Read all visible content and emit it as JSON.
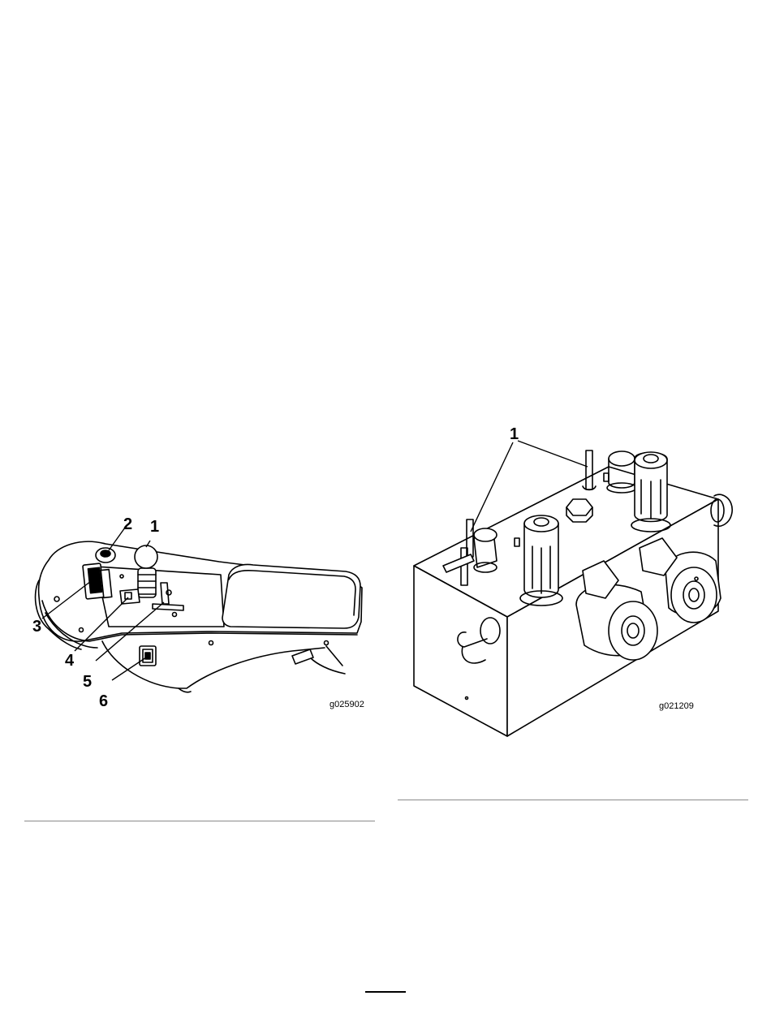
{
  "figure_left": {
    "callouts": [
      "1",
      "2",
      "3",
      "4",
      "5",
      "6"
    ],
    "figure_id": "g025902"
  },
  "figure_right": {
    "callouts": [
      "1"
    ],
    "figure_id": "g021209"
  }
}
